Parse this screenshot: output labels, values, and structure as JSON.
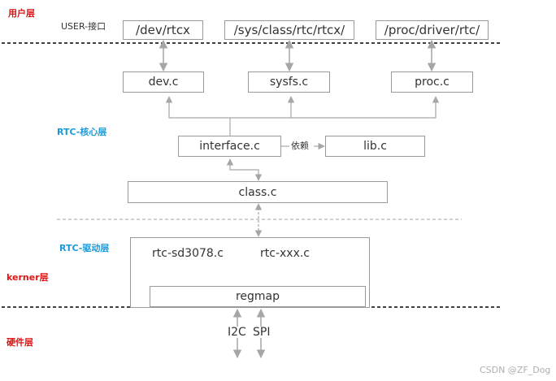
{
  "layers": {
    "user": "用户层",
    "user_interface": "USER-接口",
    "rtc_core": "RTC-核心层",
    "rtc_driver": "RTC-驱动层",
    "kernel": "kerner层",
    "hardware": "硬件层"
  },
  "user_nodes": {
    "dev_rtcx": "/dev/rtcx",
    "sys_class": "/sys/class/rtc/rtcx/",
    "proc_driver": "/proc/driver/rtc/"
  },
  "core_files": {
    "dev_c": "dev.c",
    "sysfs_c": "sysfs.c",
    "proc_c": "proc.c",
    "interface_c": "interface.c",
    "dependency": "依赖",
    "lib_c": "lib.c",
    "class_c": "class.c"
  },
  "drivers": {
    "sd3078": "rtc-sd3078.c",
    "xxx": "rtc-xxx.c",
    "regmap": "regmap"
  },
  "buses": {
    "i2c": "I2C",
    "spi": "SPI"
  },
  "watermark": "CSDN @ZF_Dog",
  "colors": {
    "box_border": "#9a9a9a",
    "arrow": "#a6a6a6",
    "layer_red": "#e01515",
    "layer_blue": "#1a9ad9",
    "text": "#333333"
  }
}
